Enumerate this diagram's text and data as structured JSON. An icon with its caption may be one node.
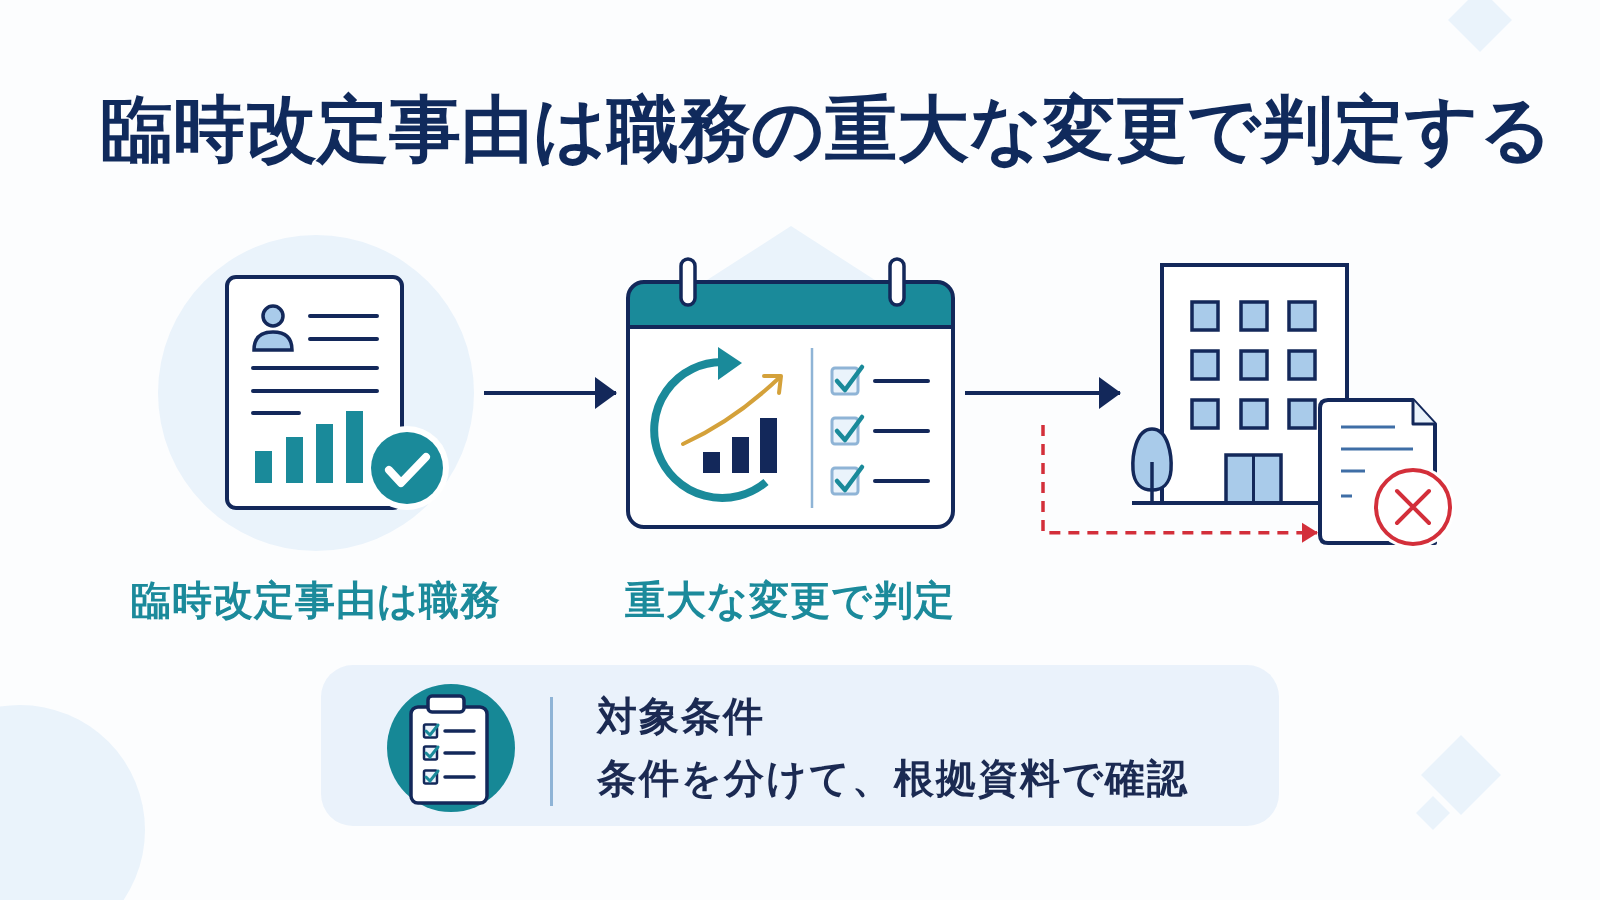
{
  "diagram": {
    "title": "臨時改定事由は職務の重大な変更で判定する",
    "nodes": [
      {
        "text": [],
        "shape": "picture",
        "beside": [
          "臨時改定事由は職務"
        ]
      },
      {
        "text": [],
        "shape": "picture",
        "beside": [
          "重大な変更で判定"
        ]
      },
      {
        "text": [],
        "shape": "picture"
      },
      {
        "text": [],
        "shape": "picture"
      },
      {
        "text": [
          "対象条件",
          "条件を分けて、根拠資料で確認"
        ]
      }
    ],
    "edges": [
      {
        "from": 0,
        "to": 1,
        "arrow": "to"
      },
      {
        "from": 1,
        "to": 2,
        "arrow": "to"
      },
      {
        "from": null,
        "to": 3,
        "arrow": "to",
        "style": "dashed",
        "color": "#d32f3a"
      }
    ]
  }
}
